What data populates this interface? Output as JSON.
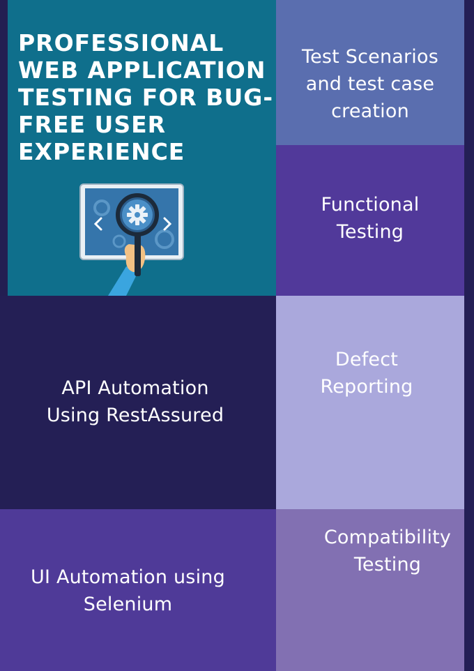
{
  "hero": {
    "title": "PROFESSIONAL WEB APPLICATION TESTING FOR BUG-FREE USER EXPERIENCE",
    "title_lines": [
      "PROFESSIONAL",
      "WEB APPLICATION",
      "TESTING FOR BUG-",
      "FREE USER",
      "EXPERIENCE"
    ],
    "illustration": "magnifier-gear-icon"
  },
  "tiles": {
    "test_scenarios": {
      "lines": [
        "Test Scenarios",
        "and test case",
        "creation"
      ]
    },
    "functional": {
      "lines": [
        "Functional",
        "Testing"
      ]
    },
    "api": {
      "lines": [
        "API Automation",
        "Using RestAssured"
      ]
    },
    "defect": {
      "lines": [
        "Defect",
        "Reporting"
      ]
    },
    "ui": {
      "lines": [
        "UI Automation using",
        "Selenium"
      ]
    },
    "compat": {
      "lines": [
        "Compatibility",
        "Testing"
      ]
    }
  },
  "colors": {
    "hero_bg": "#0f6f8c",
    "scenarios_bg": "#5a6eaf",
    "functional_bg": "#51399a",
    "api_bg": "#241f55",
    "defect_bg": "#aaa8dc",
    "ui_bg": "#4f3a98",
    "compat_bg": "#8270b2"
  }
}
